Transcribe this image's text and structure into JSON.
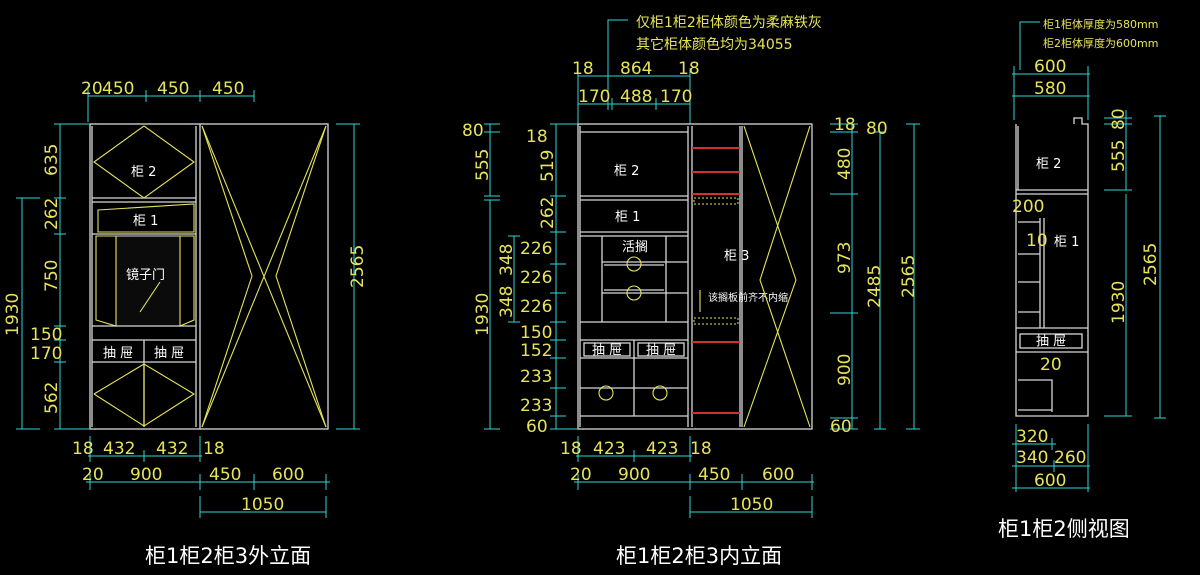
{
  "notes": {
    "top_line1": "仅柜1柜2柜体颜色为柔麻铁灰",
    "top_line2": "其它柜体颜色均为34055",
    "side_line1": "柜1柜体厚度为580mm",
    "side_line2": "柜2柜体厚度为600mm"
  },
  "captions": {
    "left": "柜1柜2柜3外立面",
    "middle": "柜1柜2柜3内立面",
    "right": "柜1柜2侧视图"
  },
  "left_view": {
    "top_dims": [
      "20",
      "450",
      "450",
      "450"
    ],
    "left_dims": [
      "635",
      "262",
      "750",
      "150",
      "170",
      "562"
    ],
    "overall_left": "1930",
    "overall_right": "2565",
    "bottom_row1": [
      "18",
      "432",
      "432",
      "18"
    ],
    "bottom_row2": [
      "20",
      "900",
      "450",
      "600"
    ],
    "bottom_row3": "1050",
    "labels": {
      "cab2": "柜 2",
      "cab1": "柜 1",
      "mirror": "镜子门",
      "drawer_a": "抽 屉",
      "drawer_b": "抽 屉"
    }
  },
  "middle_view": {
    "top_row1": [
      "18",
      "864",
      "18"
    ],
    "top_row2": [
      "170",
      "488",
      "170"
    ],
    "left_outer": [
      "80",
      "555"
    ],
    "left_inner": [
      "18",
      "519",
      "262"
    ],
    "left_small": [
      "348",
      "348"
    ],
    "left_mid": [
      "226",
      "226",
      "226",
      "150",
      "152",
      "233",
      "233",
      "60"
    ],
    "overall_left": "1930",
    "right_inner": [
      "18",
      "480",
      "973",
      "900",
      "60"
    ],
    "right_80": "80",
    "overall_2485": "2485",
    "overall_2565": "2565",
    "bottom_row1": [
      "18",
      "423",
      "423",
      "18"
    ],
    "bottom_row2": [
      "20",
      "900",
      "450",
      "600"
    ],
    "bottom_row3": "1050",
    "labels": {
      "cab2": "柜 2",
      "cab1": "柜 1",
      "cab3": "柜 3",
      "shelf": "活搁",
      "shelf_note": "该搁板前齐不内缩",
      "drawer_a": "抽 屉",
      "drawer_b": "抽 屉"
    }
  },
  "side_view": {
    "top_dims": [
      "600",
      "580"
    ],
    "right_dims": [
      "80",
      "555"
    ],
    "overall_right": "2565",
    "overall_left": "1930",
    "inner": [
      "200",
      "10",
      "20"
    ],
    "bottom_dims": [
      "320",
      "340",
      "260",
      "600"
    ],
    "labels": {
      "cab2": "柜 2",
      "cab1": "柜 1",
      "drawer": "抽 屉"
    }
  }
}
